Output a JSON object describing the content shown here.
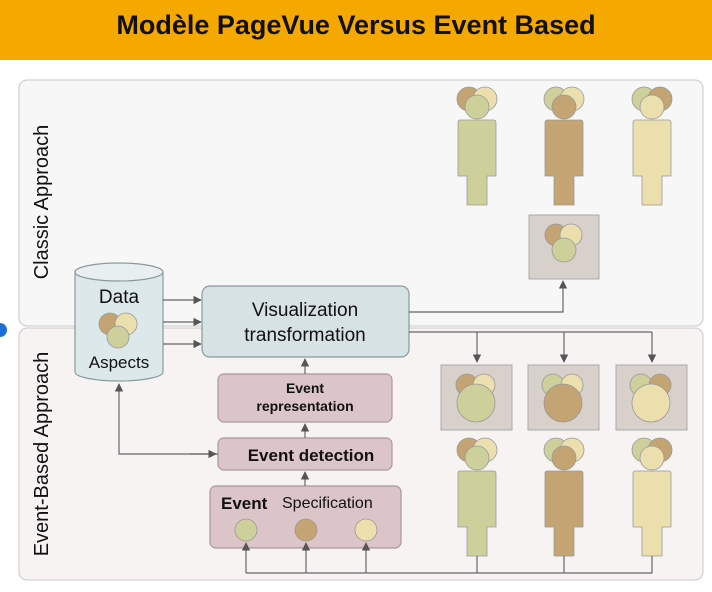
{
  "title": "Modèle PageVue Versus Event Based",
  "sections": {
    "classic_label": "Classic Approach",
    "event_label": "Event-Based Approach"
  },
  "data_store": {
    "label_top": "Data",
    "label_bottom": "Aspects"
  },
  "nodes": {
    "visualization": [
      "Visualization",
      "transformation"
    ],
    "event_representation": [
      "Event",
      "representation"
    ],
    "event_detection": "Event detection",
    "event_specification_bold": "Event",
    "event_specification_rest": "Specification"
  },
  "colors": {
    "header": "#f5a800",
    "green": "#cdd09a",
    "brown": "#c4a472",
    "cream": "#ecdfae",
    "node_blue": "#d6e2e4",
    "node_pink": "#dcc5c8"
  }
}
